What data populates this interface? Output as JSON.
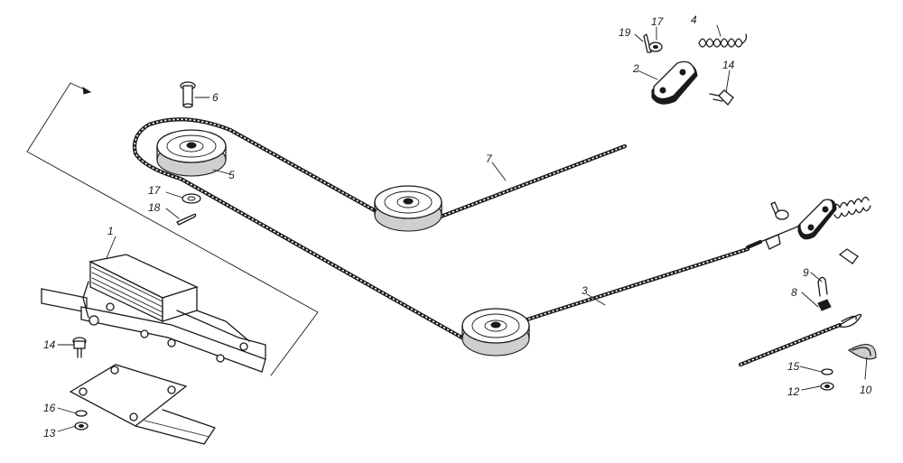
{
  "labels": {
    "l1": "1",
    "l2": "2",
    "l3": "3",
    "l4": "4",
    "l5": "5",
    "l6": "6",
    "l7": "7",
    "l8": "8",
    "l9": "9",
    "l10": "10",
    "l12": "12",
    "l13": "13",
    "l14a": "14",
    "l14b": "14",
    "l15": "15",
    "l16": "16",
    "l17a": "17",
    "l17b": "17",
    "l18": "18",
    "l19": "19"
  },
  "colors": {
    "ink": "#1a1a1a",
    "paper": "#ffffff"
  }
}
